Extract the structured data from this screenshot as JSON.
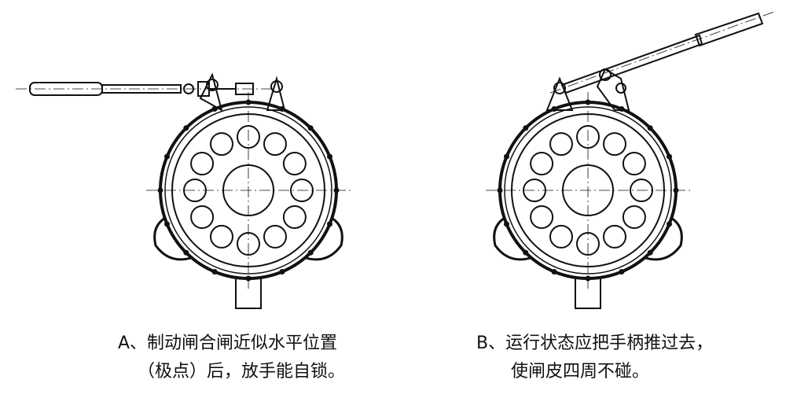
{
  "captions": {
    "a_line1": "A、制动闸合闸近似水平位置",
    "a_line2": "（极点）后，放手能自锁。",
    "b_line1": "B、运行状态应把手柄推过去，",
    "b_line2": "使闸皮四周不碰。"
  },
  "colors": {
    "stroke": "#111111",
    "background": "#ffffff"
  }
}
